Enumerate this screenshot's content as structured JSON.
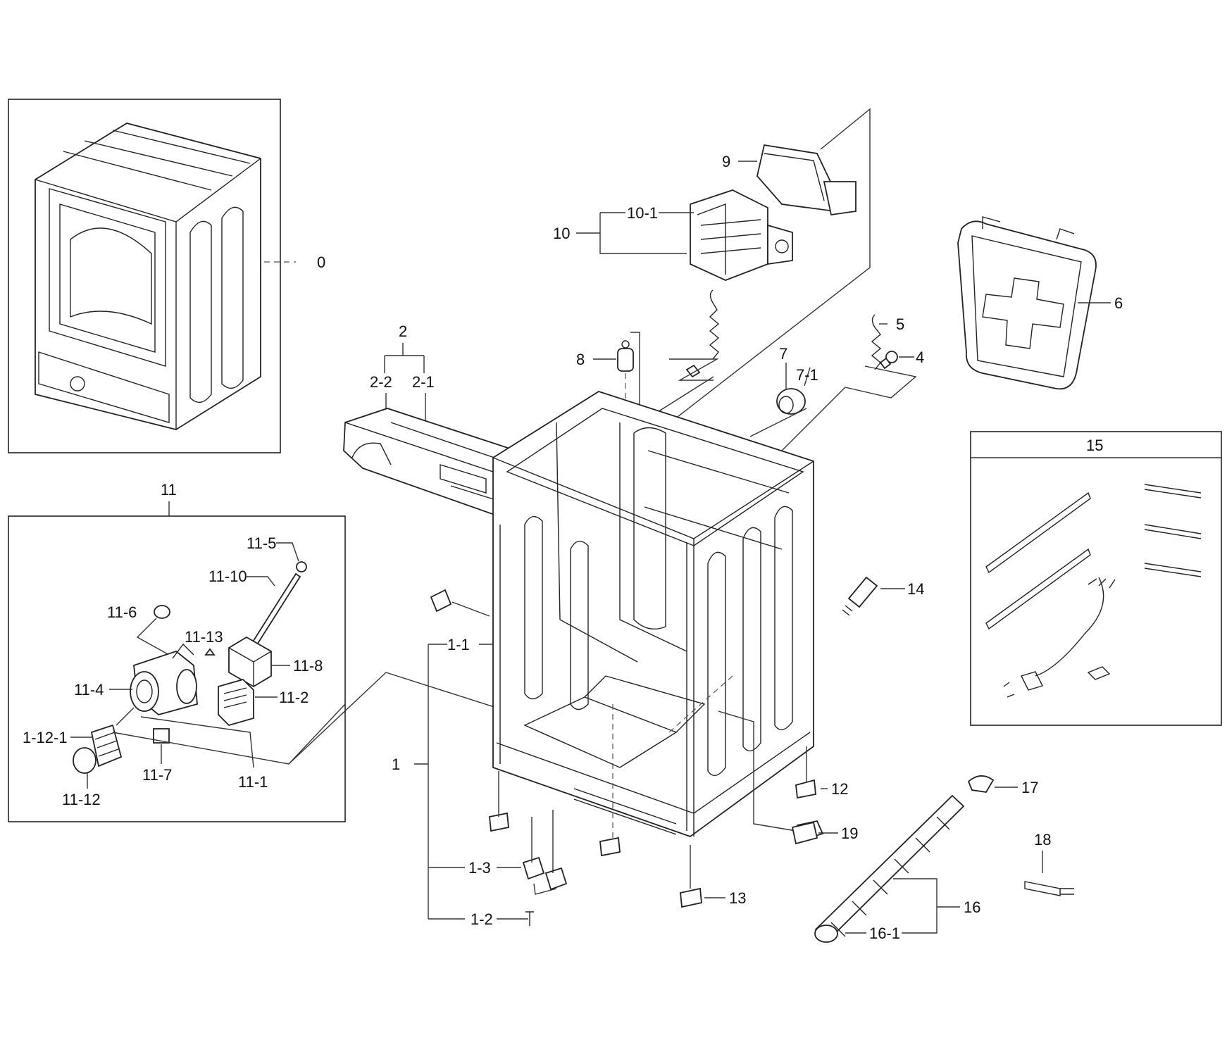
{
  "callouts": {
    "p0": "0",
    "p1": "1",
    "p1_1": "1-1",
    "p1_2": "1-2",
    "p1_3": "1-3",
    "p1_12_1": "1-12-1",
    "p2": "2",
    "p2_1": "2-1",
    "p2_2": "2-2",
    "p4": "4",
    "p5": "5",
    "p6": "6",
    "p7": "7",
    "p7_1": "7-1",
    "p8": "8",
    "p9": "9",
    "p10": "10",
    "p10_1": "10-1",
    "p11": "11",
    "p11_1": "11-1",
    "p11_2": "11-2",
    "p11_4": "11-4",
    "p11_5": "11-5",
    "p11_6": "11-6",
    "p11_7": "11-7",
    "p11_8": "11-8",
    "p11_10": "11-10",
    "p11_12": "11-12",
    "p11_13": "11-13",
    "p12": "12",
    "p13": "13",
    "p14": "14",
    "p15": "15",
    "p16": "16",
    "p16_1": "16-1",
    "p17": "17",
    "p18": "18",
    "p19": "19"
  }
}
